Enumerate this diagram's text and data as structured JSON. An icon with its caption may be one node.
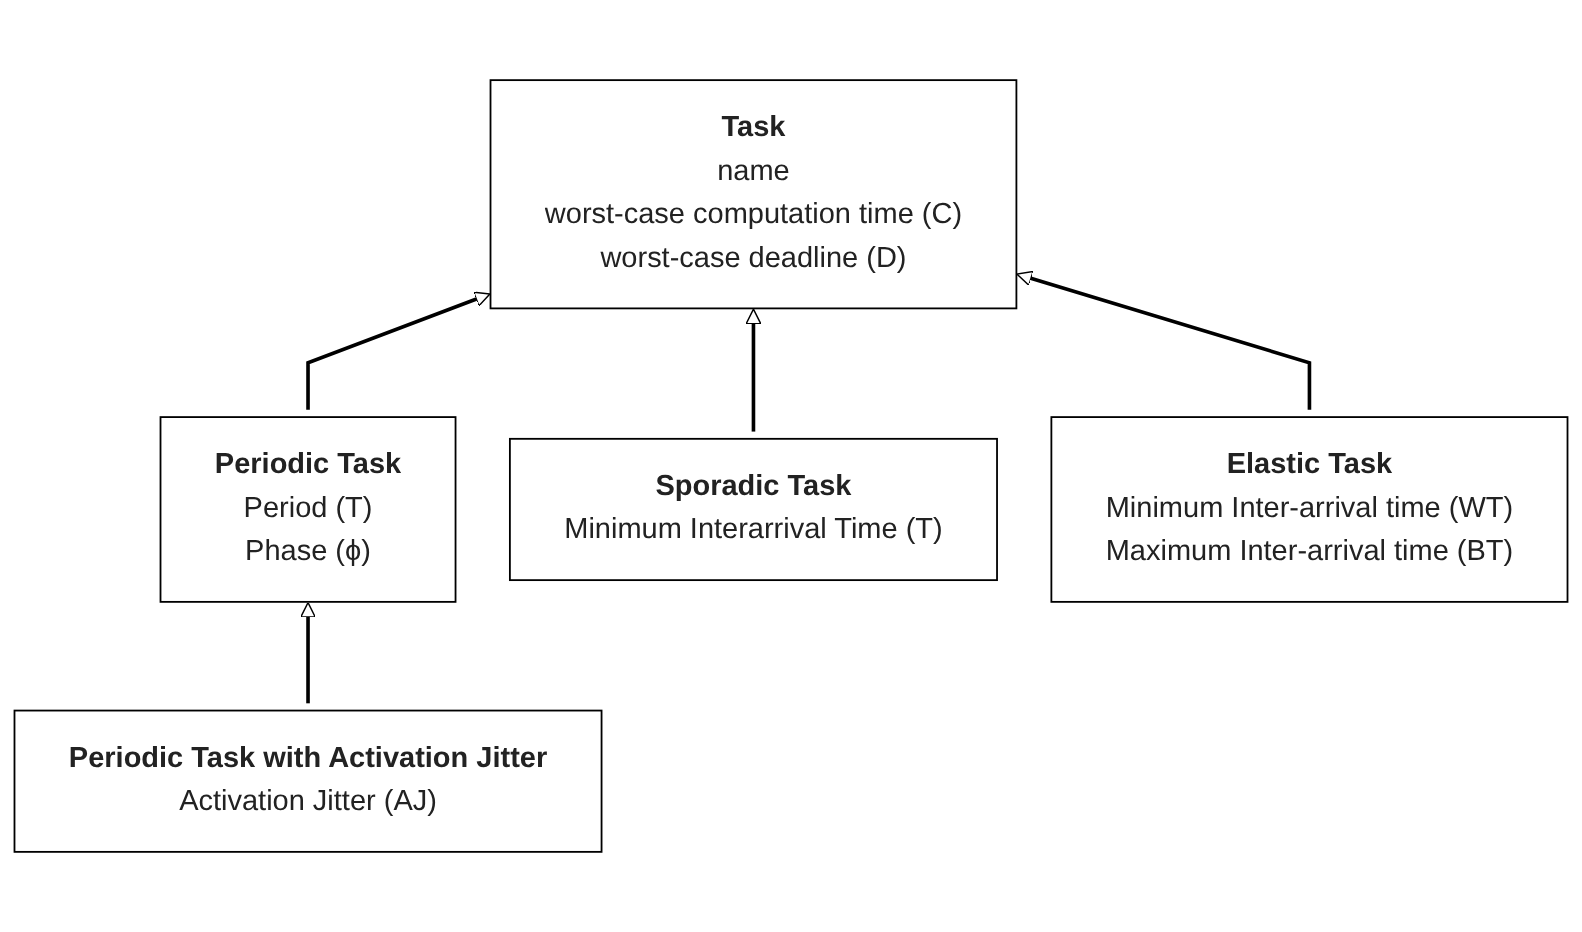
{
  "diagram": {
    "nodes": [
      {
        "text": [
          "Task",
          "name",
          "worst-case computation time (C)",
          "worst-case deadline (D)"
        ]
      },
      {
        "text": [
          "Periodic Task",
          "Period (T)",
          "Phase (ϕ)"
        ]
      },
      {
        "text": [
          "Sporadic Task",
          "Minimum Interarrival Time (T)"
        ]
      },
      {
        "text": [
          "Elastic Task",
          "Minimum Inter-arrival time (WT)",
          "Maximum Inter-arrival time (BT)"
        ]
      },
      {
        "text": [
          "Periodic Task with Activation Jitter",
          "Activation Jitter (AJ)"
        ]
      }
    ],
    "edges": [
      {
        "from": 1,
        "to": 0,
        "arrow": "to"
      },
      {
        "from": 2,
        "to": 0,
        "arrow": "to"
      },
      {
        "from": 3,
        "to": 0,
        "arrow": "to"
      },
      {
        "from": 4,
        "to": 1,
        "arrow": "to"
      }
    ]
  }
}
